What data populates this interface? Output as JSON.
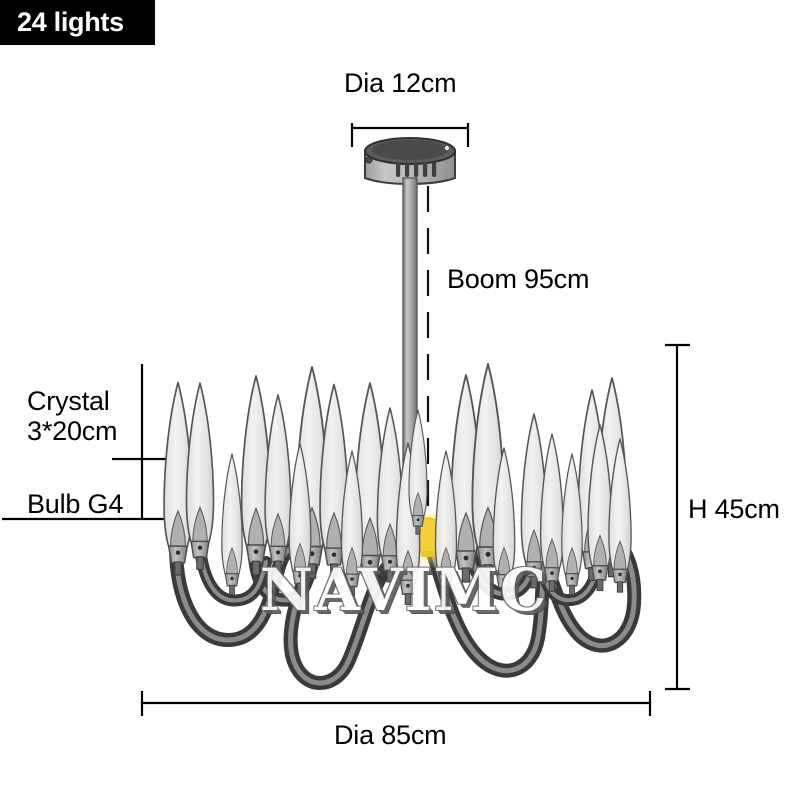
{
  "badge": {
    "label": "24 lights"
  },
  "product": {
    "watermark": "NAVIMC"
  },
  "dimensions": {
    "canopy_diameter": "Dia 12cm",
    "boom": "Boom 95cm",
    "height": "H 45cm",
    "fixture_diameter": "Dia 85cm"
  },
  "callouts": {
    "crystal_line1": "Crystal",
    "crystal_line2": "3*20cm",
    "bulb": "Bulb G4"
  },
  "colors": {
    "badge_background": "#000000",
    "badge_text": "#ffffff",
    "line": "#000000",
    "metal_light": "#bdbdbd",
    "metal_mid": "#9a9a9a",
    "metal_dark": "#4e4e4e",
    "arm_dark": "#3a3a3a",
    "arm_highlight": "#8f8f8f",
    "crystal_fill": "#eceeec",
    "crystal_stroke": "#555555",
    "socket_fill": "#a9a9a9",
    "bulb_glow": "#f5d433"
  }
}
